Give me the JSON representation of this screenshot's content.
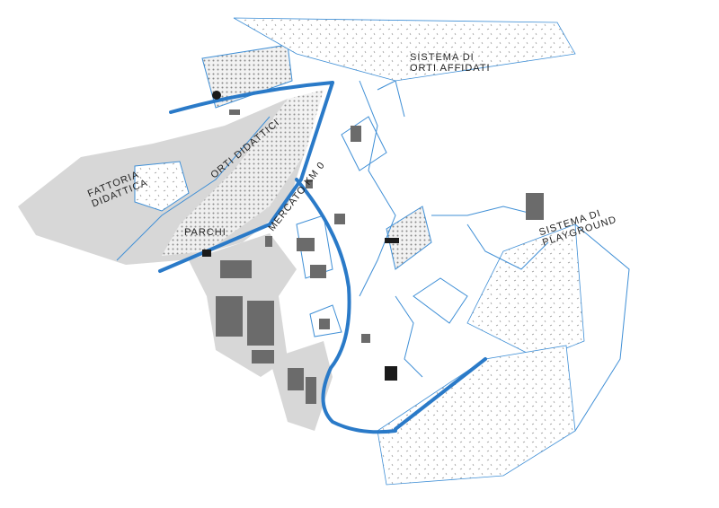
{
  "colors": {
    "road": "#2a7ac8",
    "thin": "#3f8fd6",
    "area": "#d7d7d7",
    "building": "#6b6b6b",
    "dark": "#1a1a1a"
  },
  "labels": {
    "orti_affidati": [
      "SISTEMA DI",
      "ORTI AFFIDATI"
    ],
    "fattoria": [
      "FATTORIA",
      "DIDATTICA"
    ],
    "orti_didattici": "ORTI DIDATTICI",
    "mercato": "MERCATO KM 0",
    "parchi": "PARCHI",
    "playground": [
      "SISTEMA DI",
      "PLAYGROUND"
    ]
  }
}
